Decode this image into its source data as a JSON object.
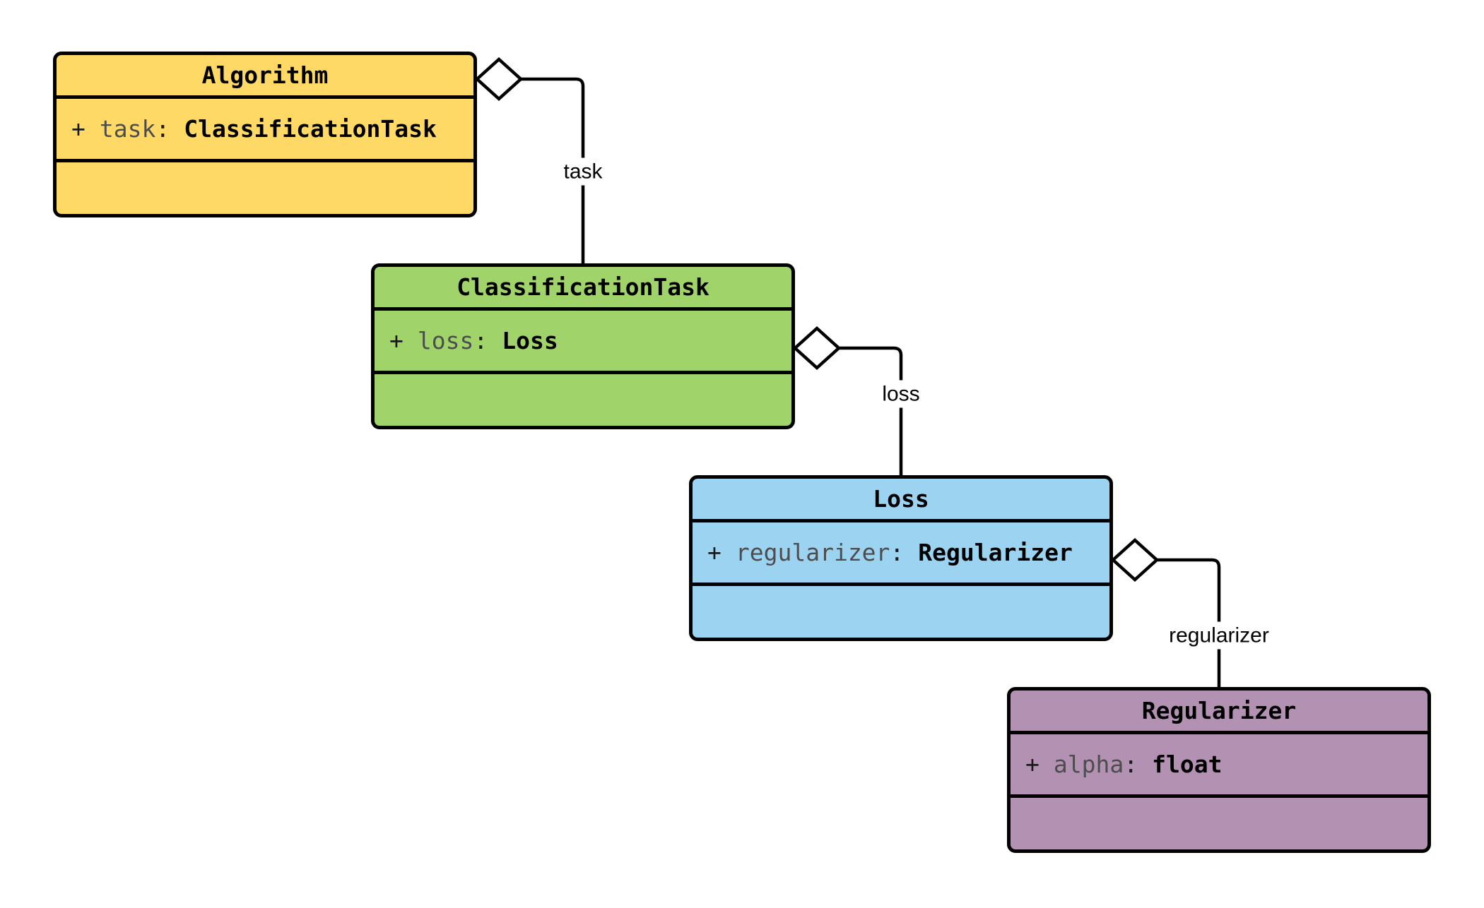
{
  "diagram": {
    "type": "uml-class-diagram",
    "background_color": "#ffffff",
    "line_color": "#000000",
    "diamond_fill": "#ffffff",
    "label_background": "#ffffff",
    "classes": [
      {
        "name": "Algorithm",
        "fill": "#FFD966",
        "attributes": [
          {
            "visibility": "+",
            "name": "task",
            "separator": ":",
            "type": "ClassificationTask"
          }
        ]
      },
      {
        "name": "ClassificationTask",
        "fill": "#A0D36A",
        "attributes": [
          {
            "visibility": "+",
            "name": "loss",
            "separator": ":",
            "type": "Loss"
          }
        ]
      },
      {
        "name": "Loss",
        "fill": "#9CD3F0",
        "attributes": [
          {
            "visibility": "+",
            "name": "regularizer",
            "separator": ":",
            "type": "Regularizer"
          }
        ]
      },
      {
        "name": "Regularizer",
        "fill": "#B291B2",
        "attributes": [
          {
            "visibility": "+",
            "name": "alpha",
            "separator": ":",
            "type": "float"
          }
        ]
      }
    ],
    "relationships": [
      {
        "kind": "aggregation",
        "from": "Algorithm",
        "to": "ClassificationTask",
        "label": "task"
      },
      {
        "kind": "aggregation",
        "from": "ClassificationTask",
        "to": "Loss",
        "label": "loss"
      },
      {
        "kind": "aggregation",
        "from": "Loss",
        "to": "Regularizer",
        "label": "regularizer"
      }
    ]
  }
}
